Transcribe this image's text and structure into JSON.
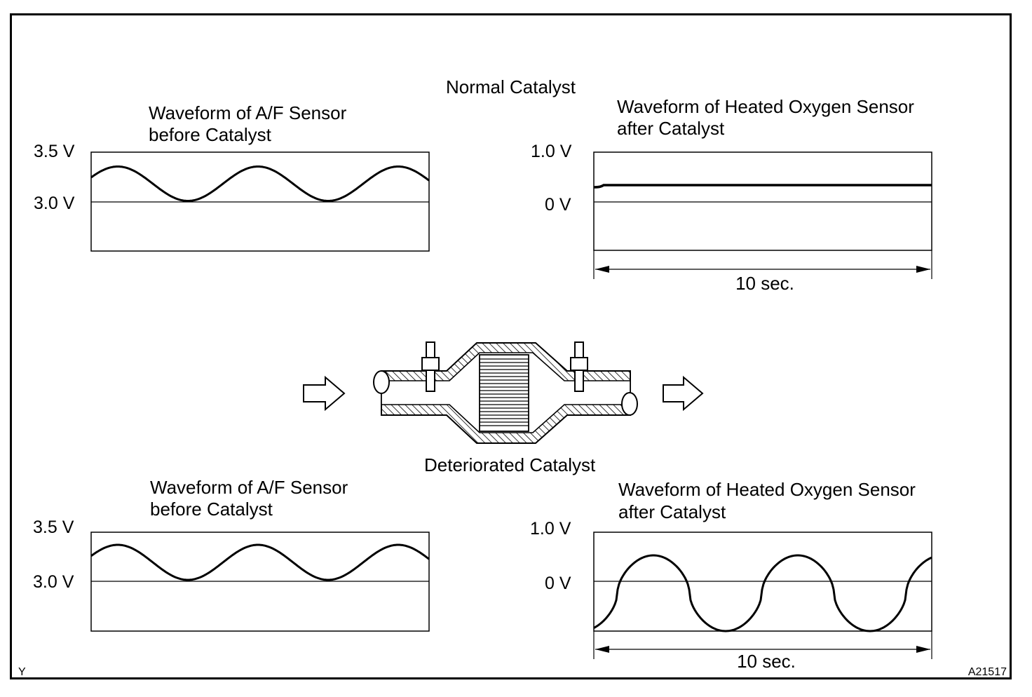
{
  "normal_label": "Normal Catalyst",
  "deteriorated_label": "Deteriorated Catalyst",
  "af_title": [
    "Waveform of A/F Sensor",
    "before Catalyst"
  ],
  "ho_title": [
    "Waveform of Heated Oxygen Sensor",
    "after Catalyst"
  ],
  "af_ticks": {
    "upper": "3.5 V",
    "lower": "3.0 V"
  },
  "ho_ticks": {
    "upper": "1.0 V",
    "lower": "0 V"
  },
  "time_span": "10 sec.",
  "corner_left": "Y",
  "figure_code": "A21517",
  "icons": [
    "flow-arrow-icon",
    "catalytic-converter-icon"
  ]
}
